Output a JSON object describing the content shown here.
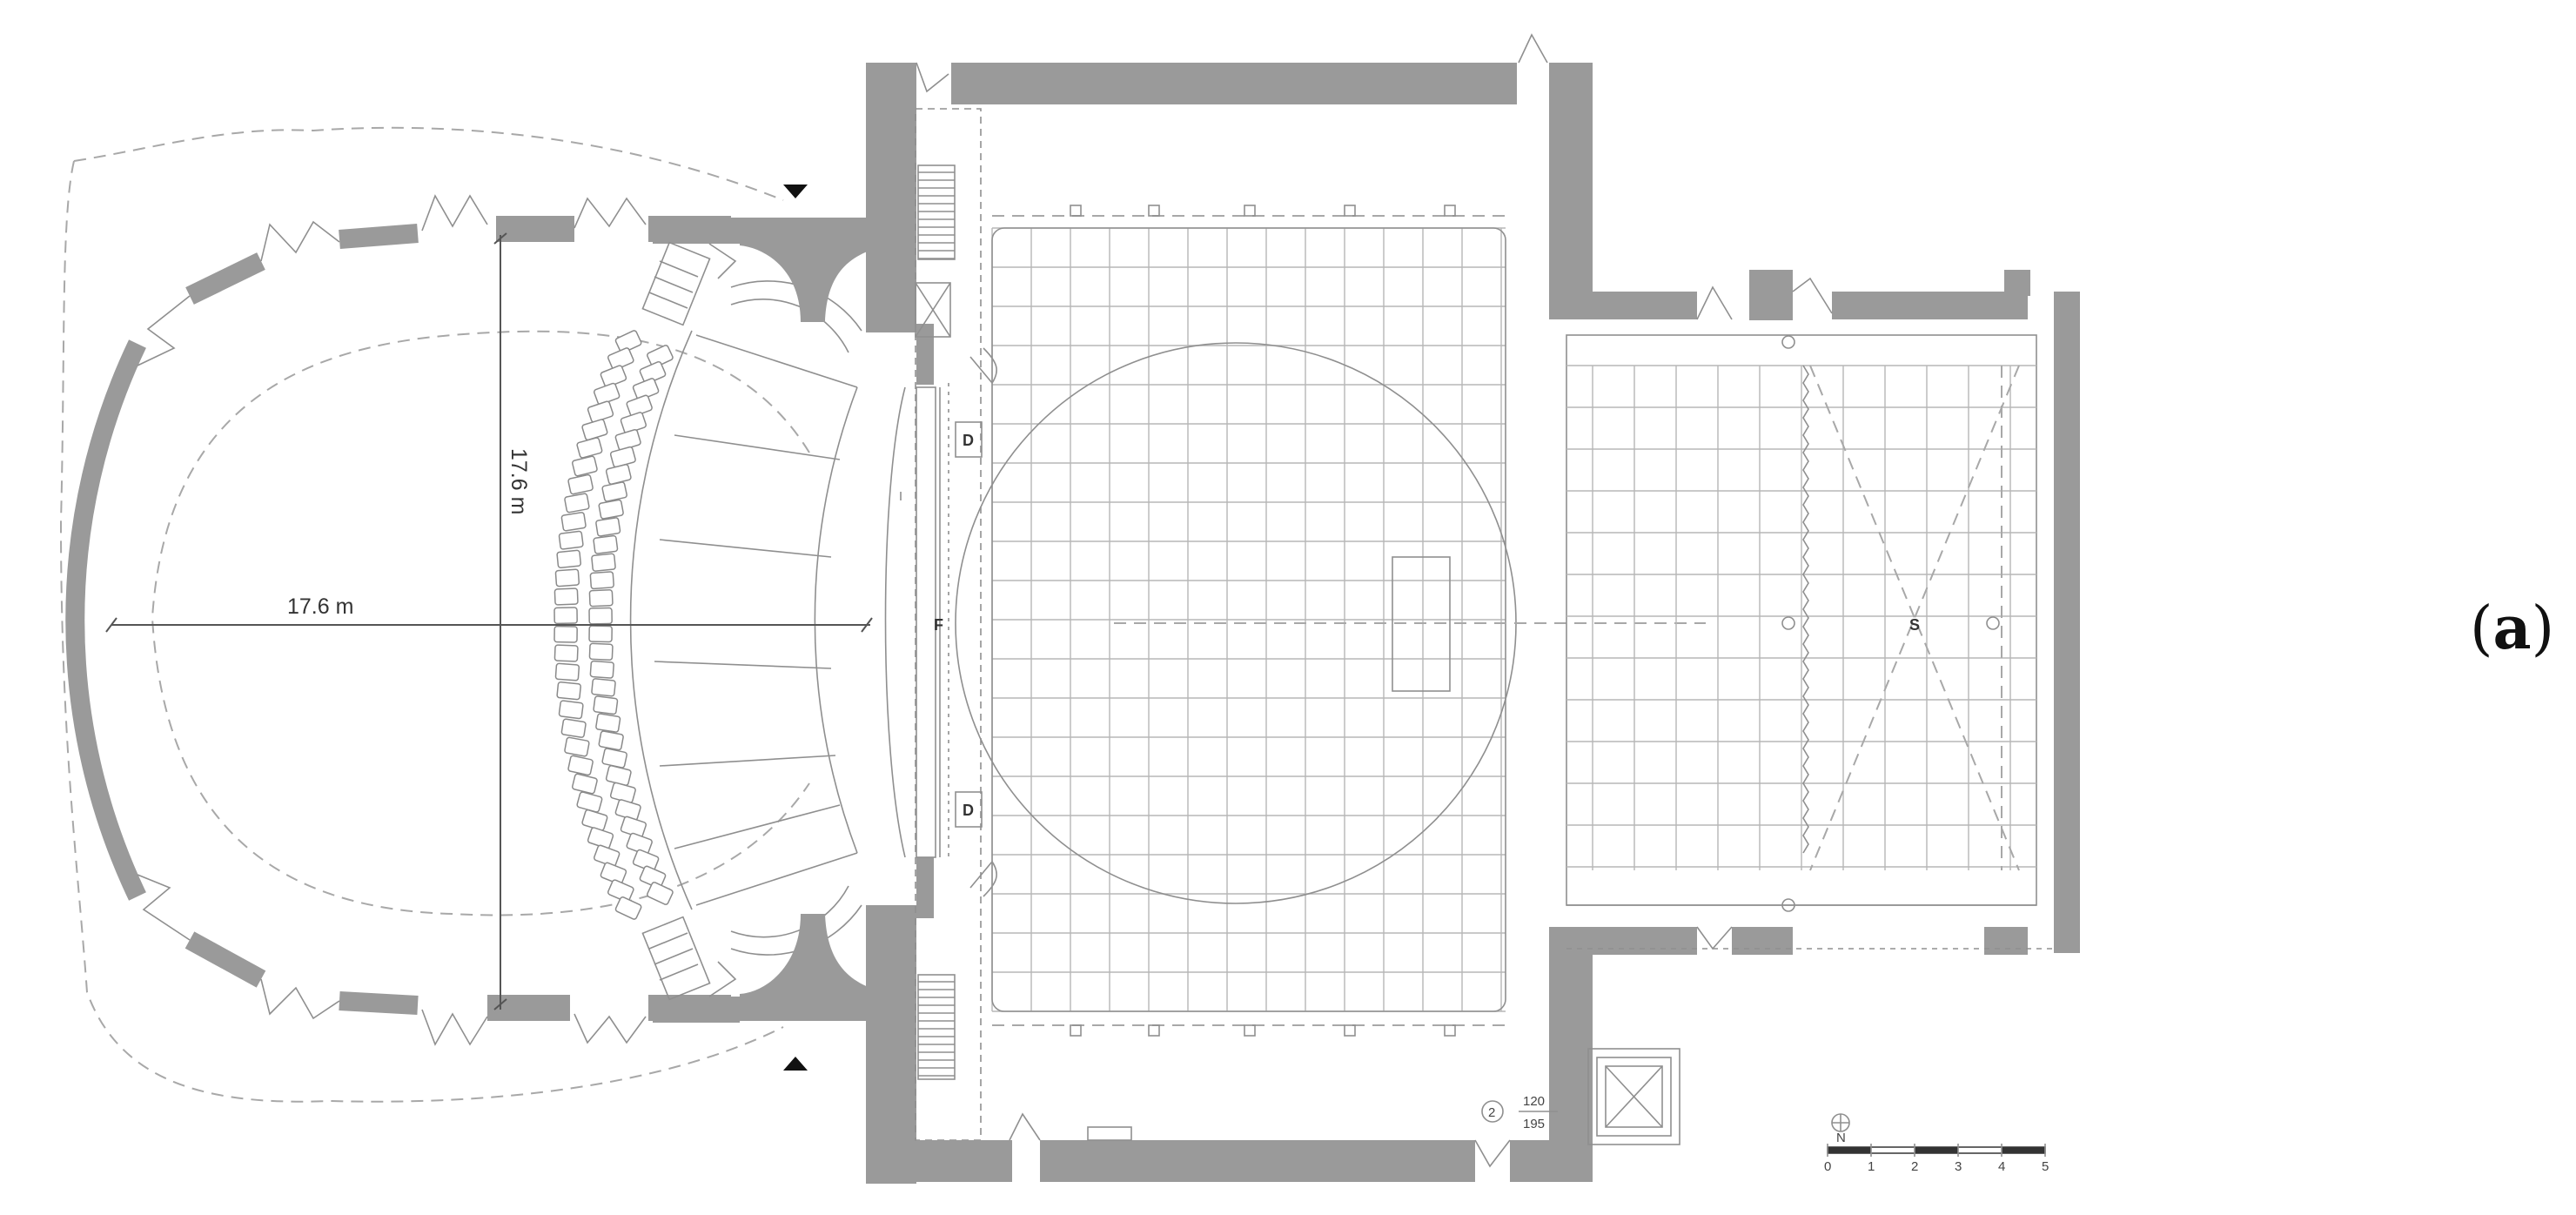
{
  "panel_label": {
    "open": "(",
    "letter": "a",
    "close": ")"
  },
  "dimensions": {
    "horizontal": "17.6 m",
    "vertical": "17.6 m"
  },
  "tags": {
    "door_upper": "D",
    "door_lower": "D",
    "pit_letter": "F",
    "stage_letter": "S"
  },
  "elevation_note": {
    "ref": "2",
    "top": "120",
    "bottom": "195"
  },
  "scale_bar": {
    "north_label": "N",
    "ticks": [
      "0",
      "1",
      "2",
      "3",
      "4",
      "5"
    ]
  },
  "colors": {
    "wall": "#9a9a9a",
    "line": "#8f8f8f",
    "grid": "#b7b7b7"
  }
}
